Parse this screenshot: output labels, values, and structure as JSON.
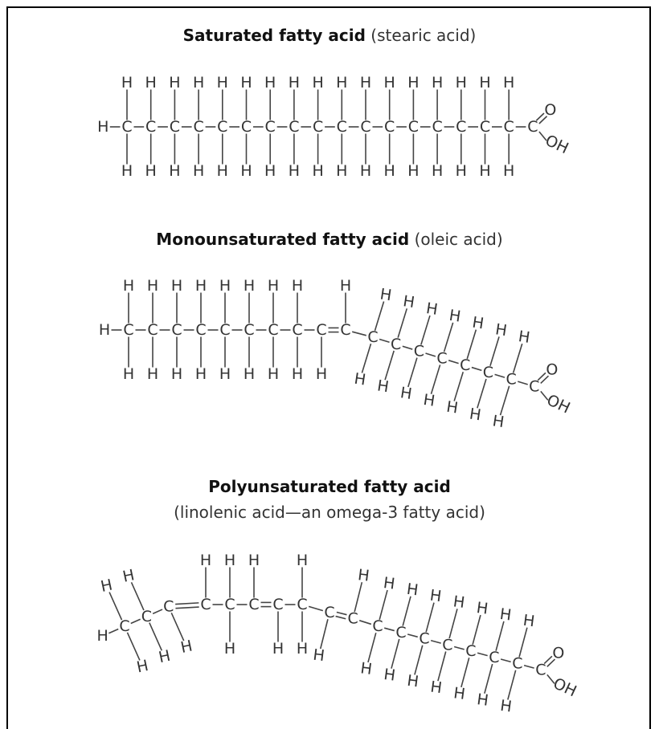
{
  "sections": [
    {
      "title_bold": "Saturated fatty acid",
      "title_paren": "(stearic acid)",
      "subtitle": ""
    },
    {
      "title_bold": "Monounsaturated fatty acid",
      "title_paren": "(oleic acid)",
      "subtitle": ""
    },
    {
      "title_bold": "Polyunsaturated fatty acid",
      "title_paren": "",
      "subtitle": "(linolenic acid—an omega-3 fatty acid)"
    }
  ],
  "atoms": {
    "carbon": "C",
    "hydrogen": "H",
    "oxygen": "O",
    "hydroxyl": "OH"
  },
  "molecules": [
    {
      "name": "stearic acid",
      "carbons": 18,
      "double_bonds_after_carbon": []
    },
    {
      "name": "oleic acid",
      "carbons": 18,
      "double_bonds_after_carbon": [
        9
      ]
    },
    {
      "name": "linolenic acid",
      "carbons": 18,
      "double_bonds_after_carbon": [
        3,
        6,
        9
      ]
    }
  ]
}
